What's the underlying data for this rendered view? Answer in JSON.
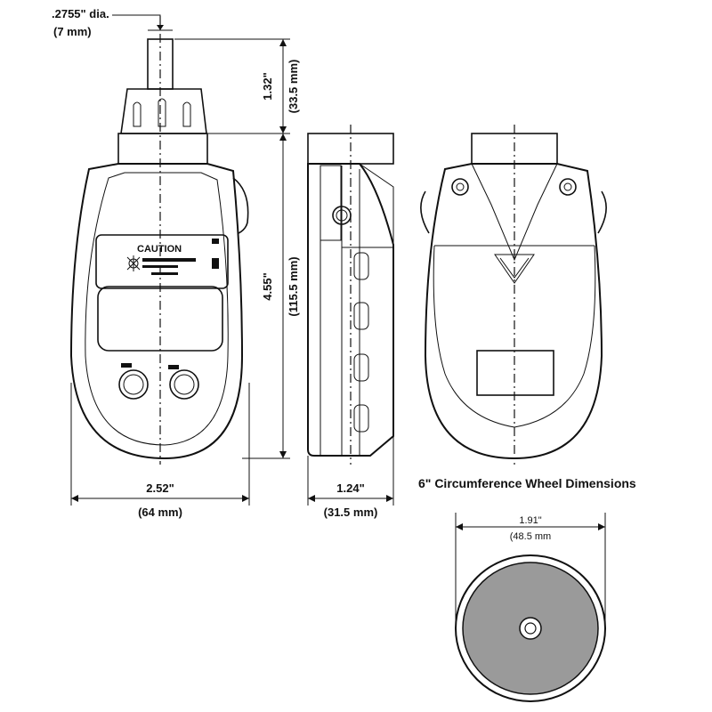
{
  "labels": {
    "shaft_dia_in": ".2755\" dia.",
    "shaft_dia_mm": "(7 mm)",
    "shaft_len_in": "1.32\"",
    "shaft_len_mm": "(33.5 mm)",
    "height_in": "4.55\"",
    "height_mm": "(115.5 mm)",
    "width_in": "2.52\"",
    "width_mm": "(64 mm)",
    "depth_in": "1.24\"",
    "depth_mm": "(31.5 mm)",
    "wheel_title": "6\" Circumference Wheel Dimensions",
    "wheel_dia_in": "1.91\"",
    "wheel_dia_mm": "(48.5 mm"
  },
  "device": {
    "caution": "CAUTION"
  }
}
